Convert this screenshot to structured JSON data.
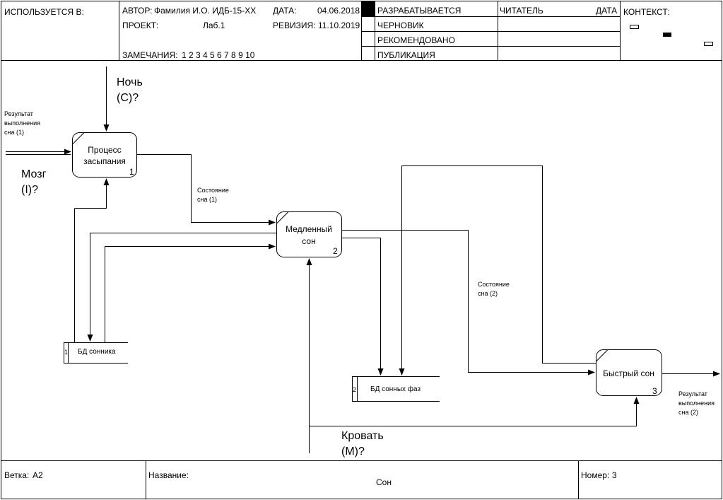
{
  "header": {
    "used_in_label": "ИСПОЛЬЗУЕТСЯ В:",
    "author_label": "АВТОР:",
    "author_value": "Фамилия И.О. ИДБ-15-ХХ",
    "project_label": "ПРОЕКТ:",
    "project_value": "Лаб.1",
    "date_label": "ДАТА:",
    "date_value": "04.06.2018",
    "revision_label": "РЕВИЗИЯ:",
    "revision_value": "11.10.2019",
    "notes_label": "ЗАМЕЧАНИЯ:",
    "notes_value": "1 2 3 4 5 6 7 8 9 10",
    "status": [
      "РАЗРАБАТЫВАЕТСЯ",
      "ЧЕРНОВИК",
      "РЕКОМЕНДОВАНО",
      "ПУБЛИКАЦИЯ"
    ],
    "reader_label": "ЧИТАТЕЛЬ",
    "reader_date_label": "ДАТА",
    "context_label": "КОНТЕКСТ:"
  },
  "diagram": {
    "processes": [
      {
        "name": "Процесс засыпания",
        "number": "1"
      },
      {
        "name": "Медленный сон",
        "number": "2"
      },
      {
        "name": "Быстрый сон",
        "number": "3"
      }
    ],
    "stores": [
      {
        "id": "1",
        "name": "БД сонника"
      },
      {
        "id": "2",
        "name": "БД сонных фаз"
      }
    ],
    "labels": {
      "night": "Ночь (С)?",
      "brain": "Мозг (I)?",
      "bed": "Кровать (М)?",
      "result1": "Результат выполнения сна (1)",
      "state1": "Состояние сна (1)",
      "state2": "Состояние сна (2)",
      "result2": "Результат выполнения сна (2)"
    }
  },
  "footer": {
    "branch_label": "Ветка:",
    "branch_value": "А2",
    "title_label": "Название:",
    "title_value": "Сон",
    "number_label": "Номер:",
    "number_value": "3"
  }
}
